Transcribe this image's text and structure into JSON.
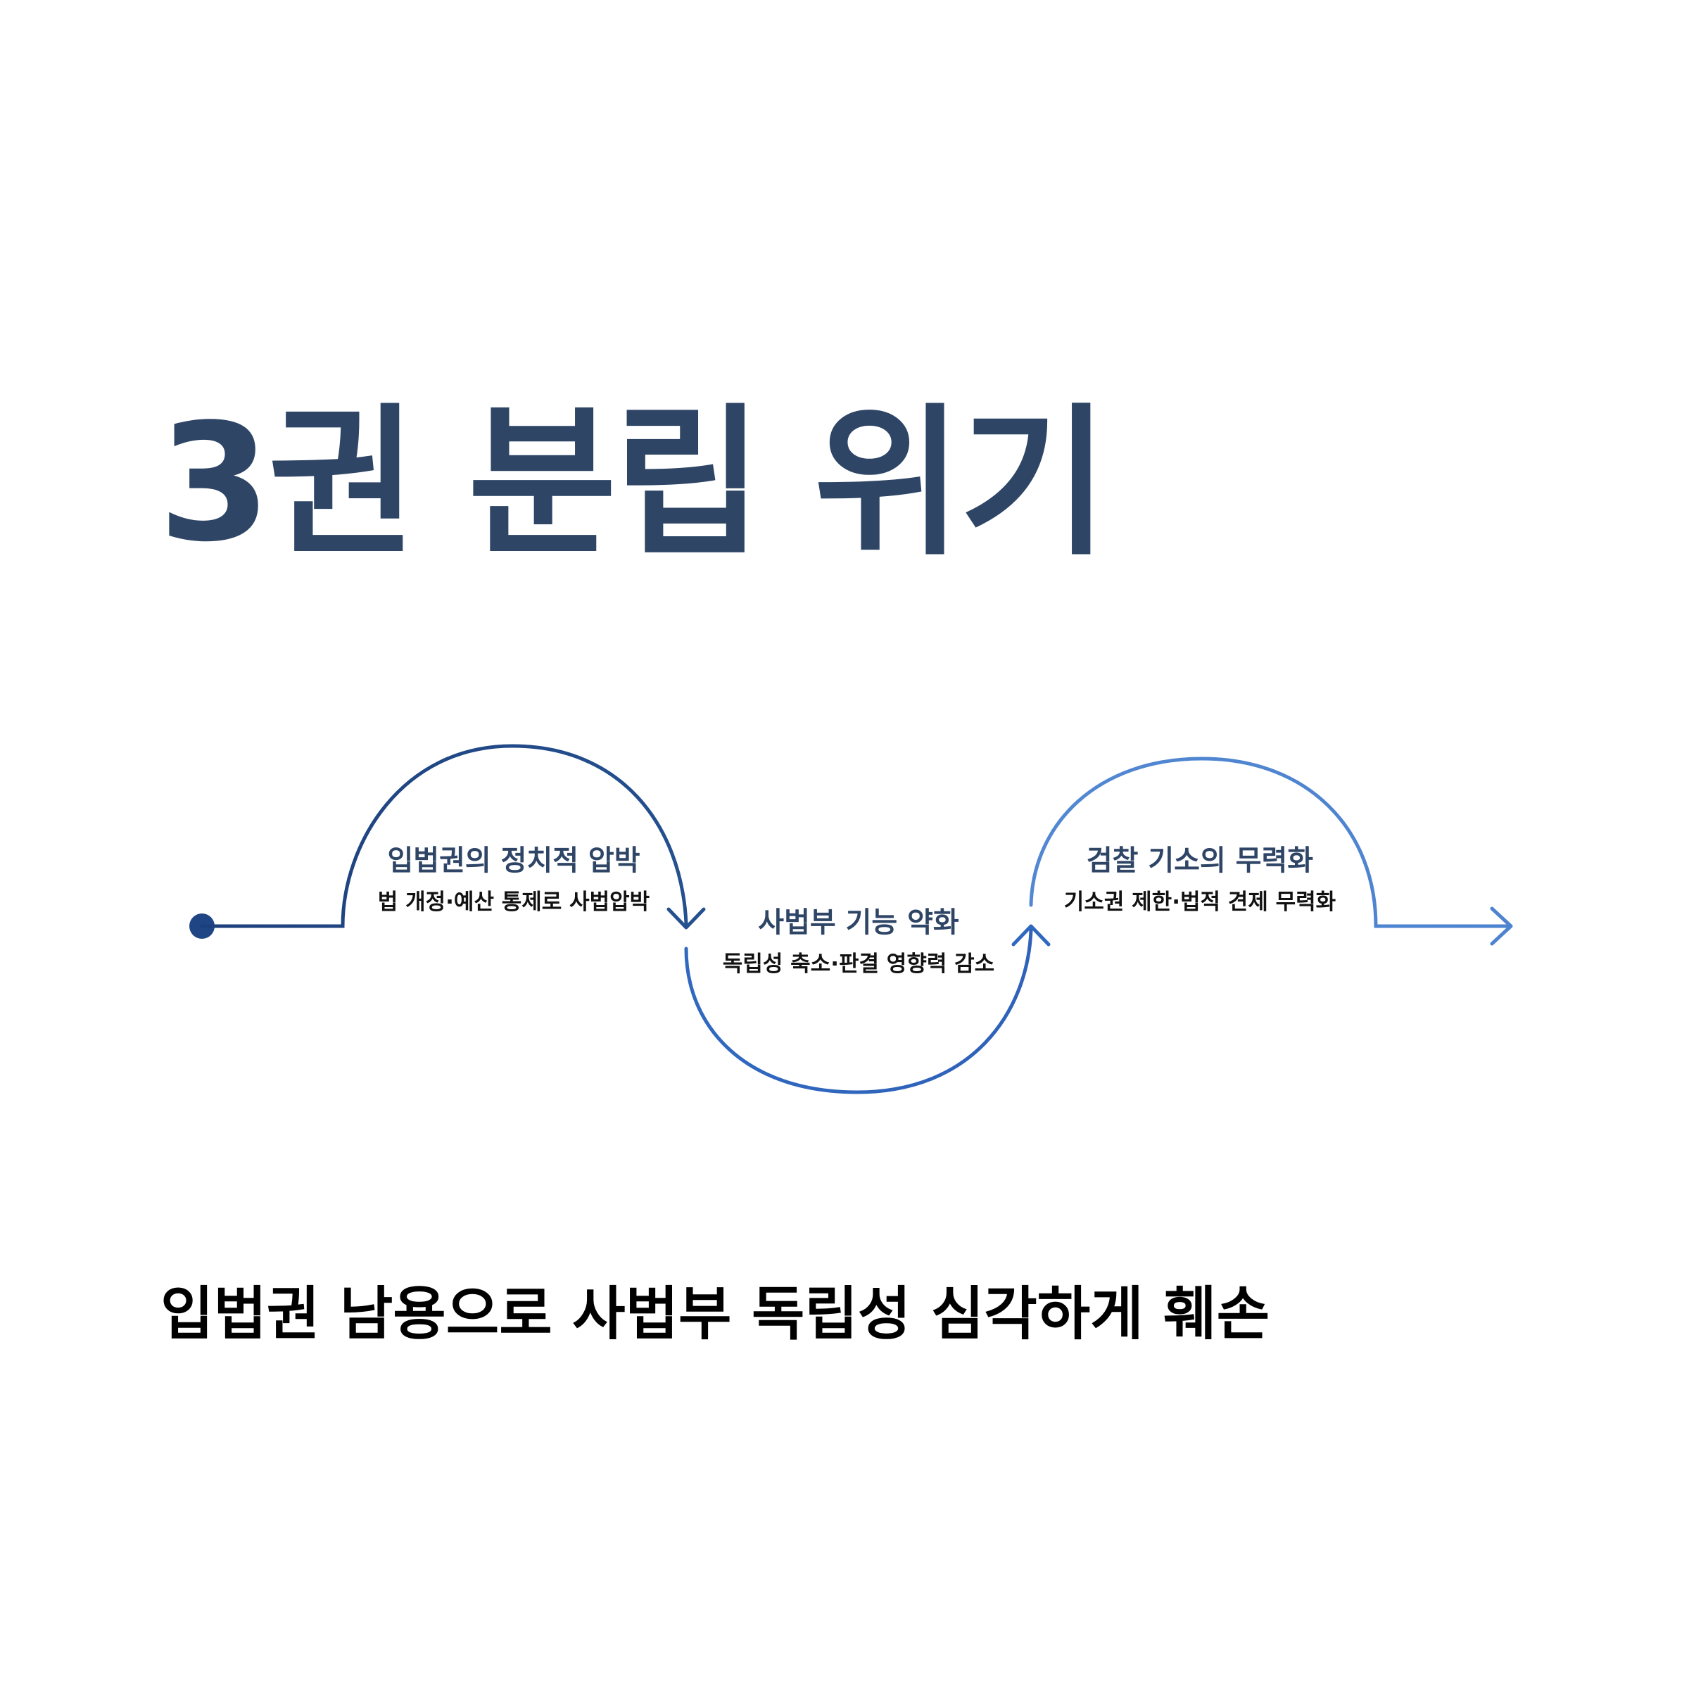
{
  "title": "3권 분립 위기",
  "stages": [
    {
      "title": "입법권의 정치적 압박",
      "description": "법 개정·예산 통제로 사법압박"
    },
    {
      "title": "사법부 기능 약화",
      "description": "독립성 축소·판결 영향력 감소"
    },
    {
      "title": "검찰 기소의 무력화",
      "description": "기소권 제한·법적 견제 무력화"
    }
  ],
  "conclusion": "입법권 남용으로 사법부 독립성 심각하게 훼손",
  "colors": {
    "title": "#2e4566",
    "flow_dark": "#1f4584",
    "flow_mid": "#2f68bd",
    "flow_light": "#5288d2"
  }
}
